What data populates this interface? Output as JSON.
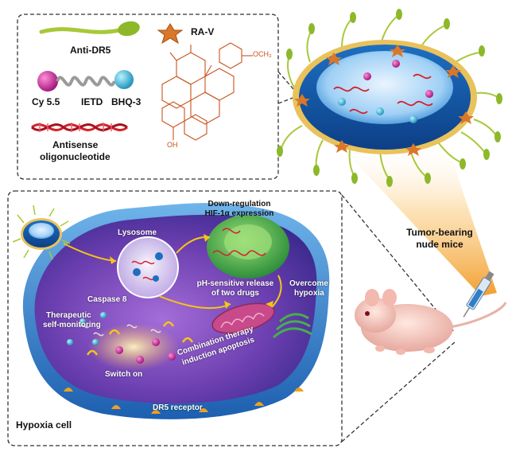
{
  "legend": {
    "anti_dr5": "Anti-DR5",
    "ra_v": "RA-V",
    "cy55": "Cy 5.5",
    "ietd": "IETD",
    "bhq3": "BHQ-3",
    "antisense_1": "Antisense",
    "antisense_2": "oligonucleotide",
    "och3": "OCH₃",
    "oh": "OH"
  },
  "right": {
    "tumor_1": "Tumor-bearing",
    "tumor_2": "nude mice"
  },
  "cell": {
    "lysosome": "Lysosome",
    "downreg_1": "Down-regulation",
    "downreg_2": "HIF-1α expression",
    "ph_1": "pH-sensitive release",
    "ph_2": "of two drugs",
    "overcome_1": "Overcome",
    "overcome_2": "hypoxia",
    "caspase": "Caspase 8",
    "thera_1": "Therapeutic",
    "thera_2": "self-monitoring",
    "combo_1": "Combination therapy",
    "combo_2": "induction apoptosis",
    "switch_on": "Switch on",
    "dr5_receptor": "DR5 receptor",
    "hypoxia_cell": "Hypoxia cell"
  },
  "colors": {
    "cell_purple": "#6b3fa8",
    "cell_blue": "#2f7fc6",
    "gold_gradient": "#f5a623",
    "antibody_green": "#a8c83a",
    "star_orange": "#d9772a",
    "cy55_magenta": "#c0188f",
    "bhq3_cyan": "#2fb4d6",
    "antisense_red": "#d61f2c"
  }
}
